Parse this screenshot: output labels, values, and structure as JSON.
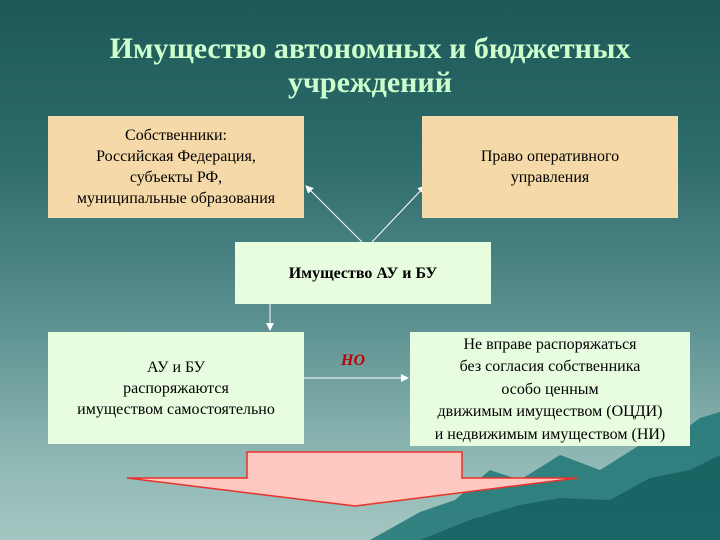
{
  "title": "Имущество автономных и бюджетных учреждений",
  "boxes": {
    "owners": [
      "Собственники:",
      "Российская Федерация,",
      "субъекты РФ,",
      "муниципальные образования"
    ],
    "operational_right": [
      "Право оперативного",
      "управления"
    ],
    "property": "Имущество АУ и БУ",
    "manage": [
      "АУ и БУ",
      "распоряжаются",
      "имуществом самостоятельно"
    ],
    "restriction": [
      "Не вправе распоряжаться",
      "без согласия собственника",
      "особо ценным",
      "движимым имуществом (ОЦДИ)",
      "и недвижимым имуществом (НИ)"
    ]
  },
  "connector_label": "НО",
  "colors": {
    "title": "#ccffcc",
    "peach_box": "#f5d9a8",
    "mint_box": "#e8fce0",
    "arrow_fill": "#ffc8c0",
    "arrow_stroke": "#e8322a",
    "connector_label": "#c00000"
  }
}
